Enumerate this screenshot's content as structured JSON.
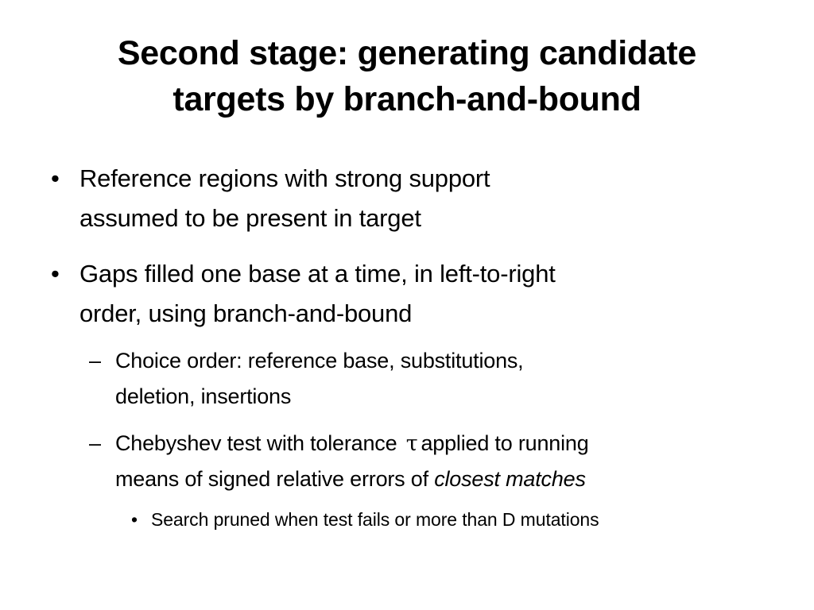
{
  "slide": {
    "title": {
      "line1": "Second stage: generating candidate",
      "line2": "targets by branch-and-bound"
    },
    "bullets": [
      {
        "marker": "•",
        "line1": "Reference regions with strong support",
        "line2": "assumed to be present in target"
      },
      {
        "marker": "•",
        "line1": "Gaps filled one base at a time, in left-to-right",
        "line2": "order, using branch-and-bound",
        "sub": [
          {
            "marker": "–",
            "line1": "Choice order: reference base, substitutions,",
            "line2": "deletion, insertions"
          },
          {
            "marker": "–",
            "line1_pre": "Chebyshev test with tolerance",
            "symbol": "τ",
            "line1_post": "applied to running",
            "line2_pre": "means of signed relative errors of ",
            "line2_em": "closest matches",
            "sub": [
              {
                "marker": "•",
                "text": "Search pruned when test fails or more than D mutations"
              }
            ]
          }
        ]
      }
    ]
  }
}
